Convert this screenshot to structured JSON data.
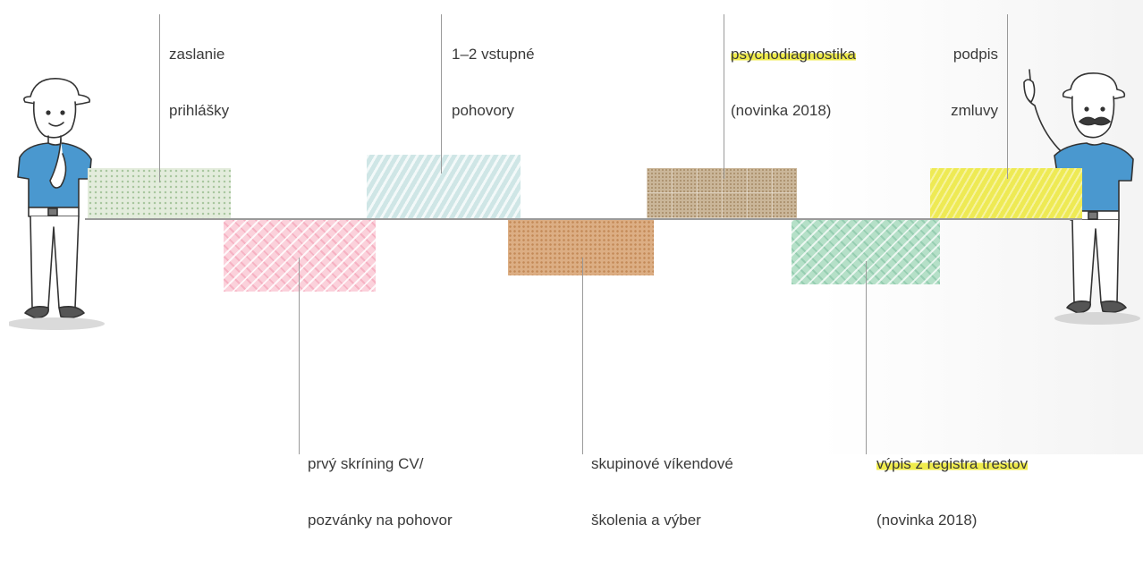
{
  "steps": [
    {
      "line1": "zaslanie",
      "line2": "prihlášky"
    },
    {
      "line1": "prvý skríning CV/",
      "line2": "pozvánky na pohovor"
    },
    {
      "line1": "1–2 vstupné",
      "line2": "pohovory"
    },
    {
      "line1": "skupinové víkendové",
      "line2": "školenia a výber"
    },
    {
      "line1": "psychodiagnostika",
      "line2": "(novinka 2018)"
    },
    {
      "line1": "výpis z registra trestov",
      "line2": "(novinka 2018)"
    },
    {
      "line1": "podpis",
      "line2": "zmluvy"
    }
  ],
  "colors": {
    "step1": "#e3ecdc",
    "step2": "#fbd1db",
    "step3": "#cfe6e6",
    "step4": "#dcae84",
    "step5": "#cab699",
    "step6": "#b5e0c8",
    "step7": "#eeea54",
    "highlight": "#f0ec4c",
    "shirt": "#4a98cf"
  },
  "figures": {
    "left": "thinking-man-icon",
    "right": "pointing-man-icon"
  }
}
